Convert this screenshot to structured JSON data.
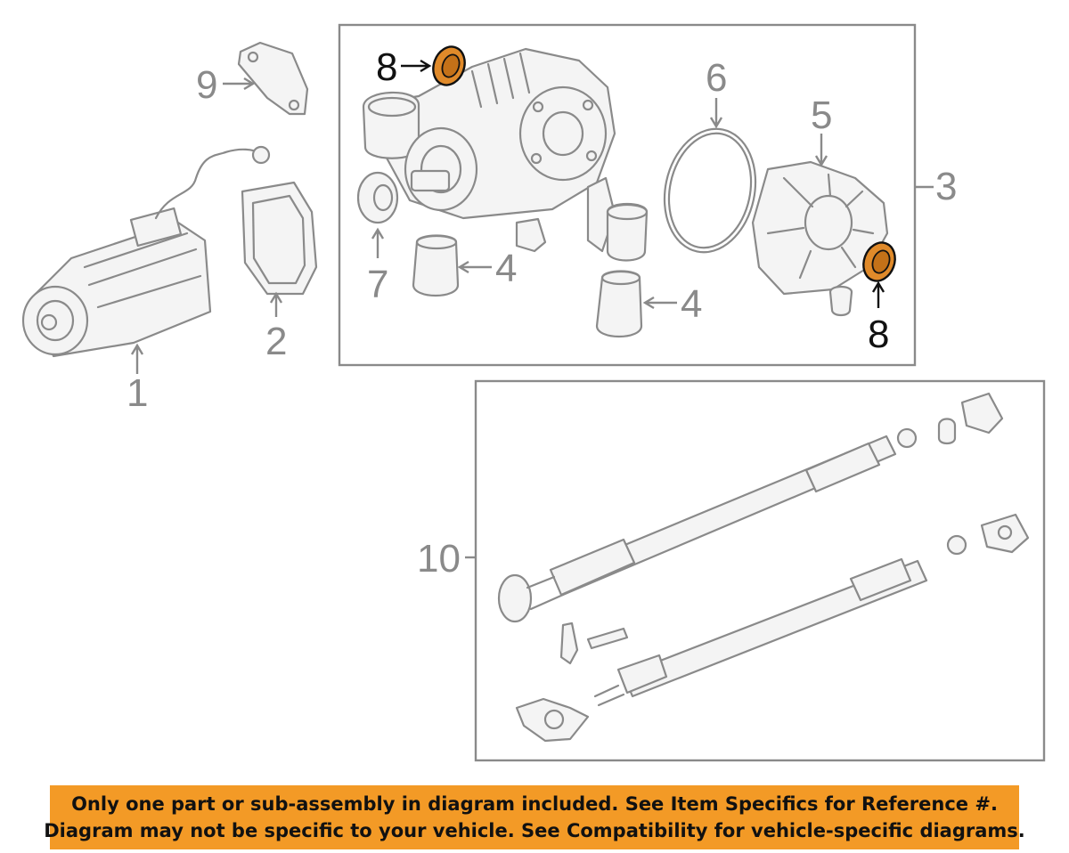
{
  "colors": {
    "highlight": "#e08a2a",
    "banner": "#f39a26",
    "line": "#8a8a8a",
    "text_dark": "#111111"
  },
  "callouts": {
    "c1": "1",
    "c2": "2",
    "c3": "3",
    "c4a": "4",
    "c4b": "4",
    "c5": "5",
    "c6": "6",
    "c7": "7",
    "c8a": "8",
    "c8b": "8",
    "c9": "9",
    "c10": "10"
  },
  "banner": {
    "line1": "Only one part or sub-assembly in diagram included. See Item Specifics for Reference #.",
    "line2": "Diagram may not be specific to your vehicle. See Compatibility for vehicle-specific diagrams."
  }
}
